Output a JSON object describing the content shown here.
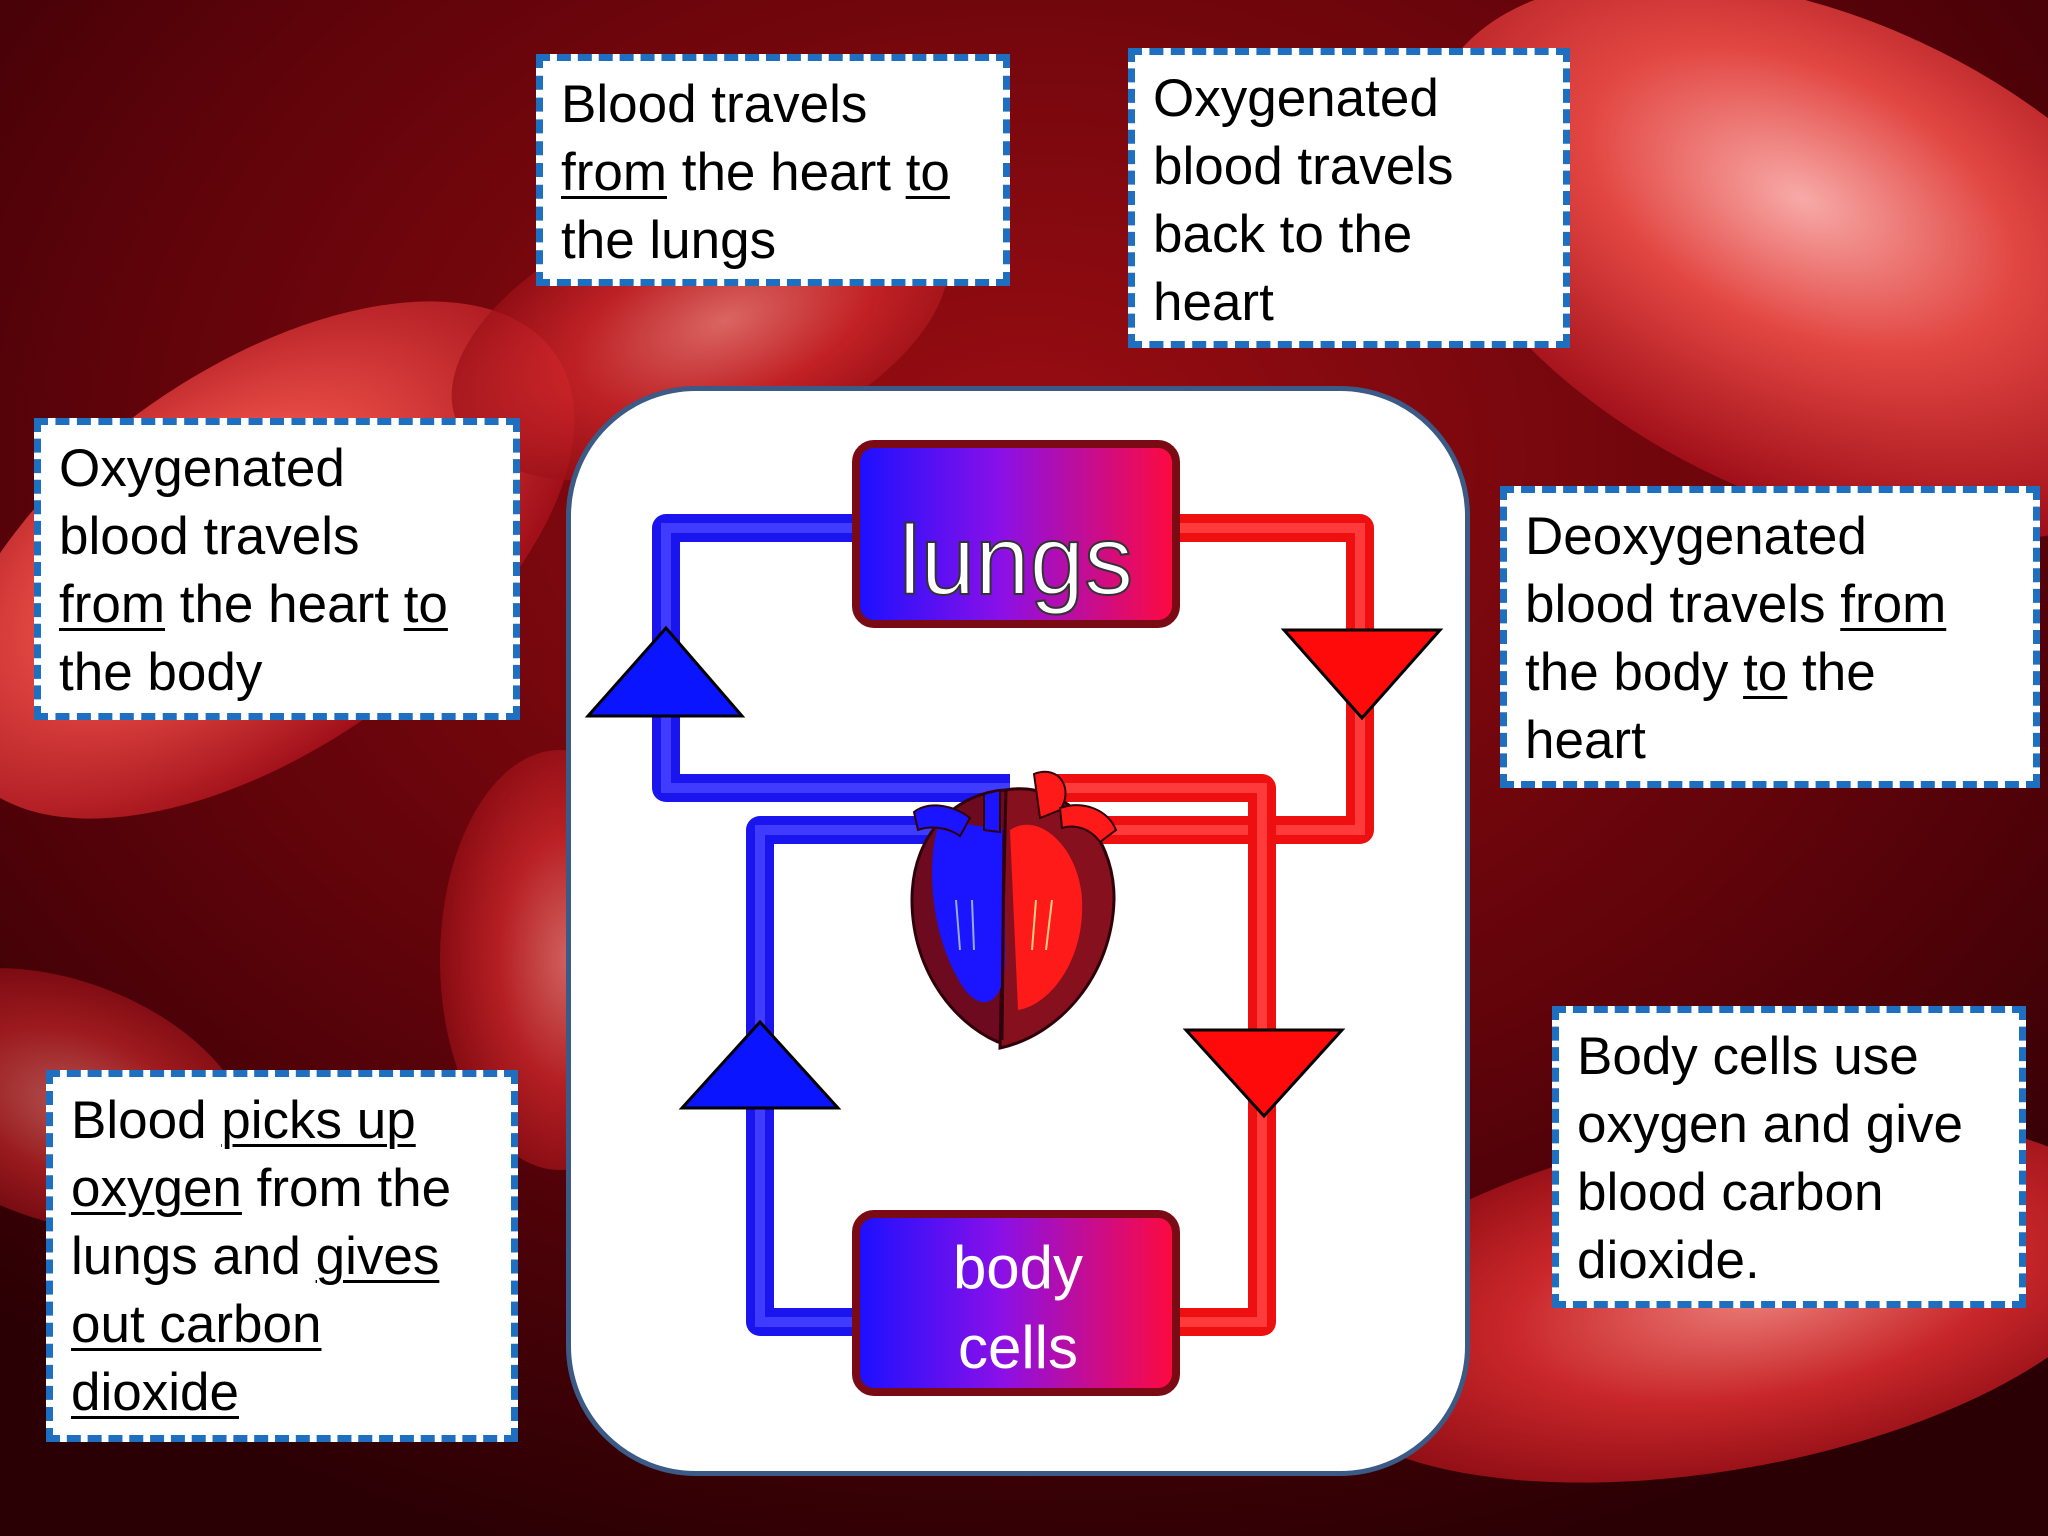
{
  "cards": {
    "heart_to_lungs": [
      "Blood travels",
      "from",
      "the heart",
      "to",
      "the lungs"
    ],
    "back_to_heart": [
      "Oxygenated",
      "blood travels",
      "back to the",
      "heart"
    ],
    "heart_to_body": [
      "Oxygenated",
      "blood travels",
      "from",
      "the heart",
      "to",
      "the body"
    ],
    "body_to_heart": [
      "Deoxygenated",
      "blood travels",
      "from",
      "the body",
      "to",
      "the",
      "heart"
    ],
    "lungs_exchange": [
      "Blood",
      "picks up",
      "oxygen",
      "from the",
      "lungs and",
      "gives",
      "out carbon",
      "dioxide"
    ],
    "body_cells_use": [
      "Body cells use",
      "oxygen and give",
      "blood carbon",
      "dioxide."
    ]
  },
  "organs": {
    "lungs": "lungs",
    "body_cells": [
      "body",
      "cells"
    ]
  },
  "colors": {
    "deoxygenated": "#0a14ff",
    "oxygenated": "#ff0a0a",
    "card_border": "#1f6fc0",
    "organ_border": "#7a0a14"
  },
  "icons": {
    "heart": "heart-icon"
  }
}
